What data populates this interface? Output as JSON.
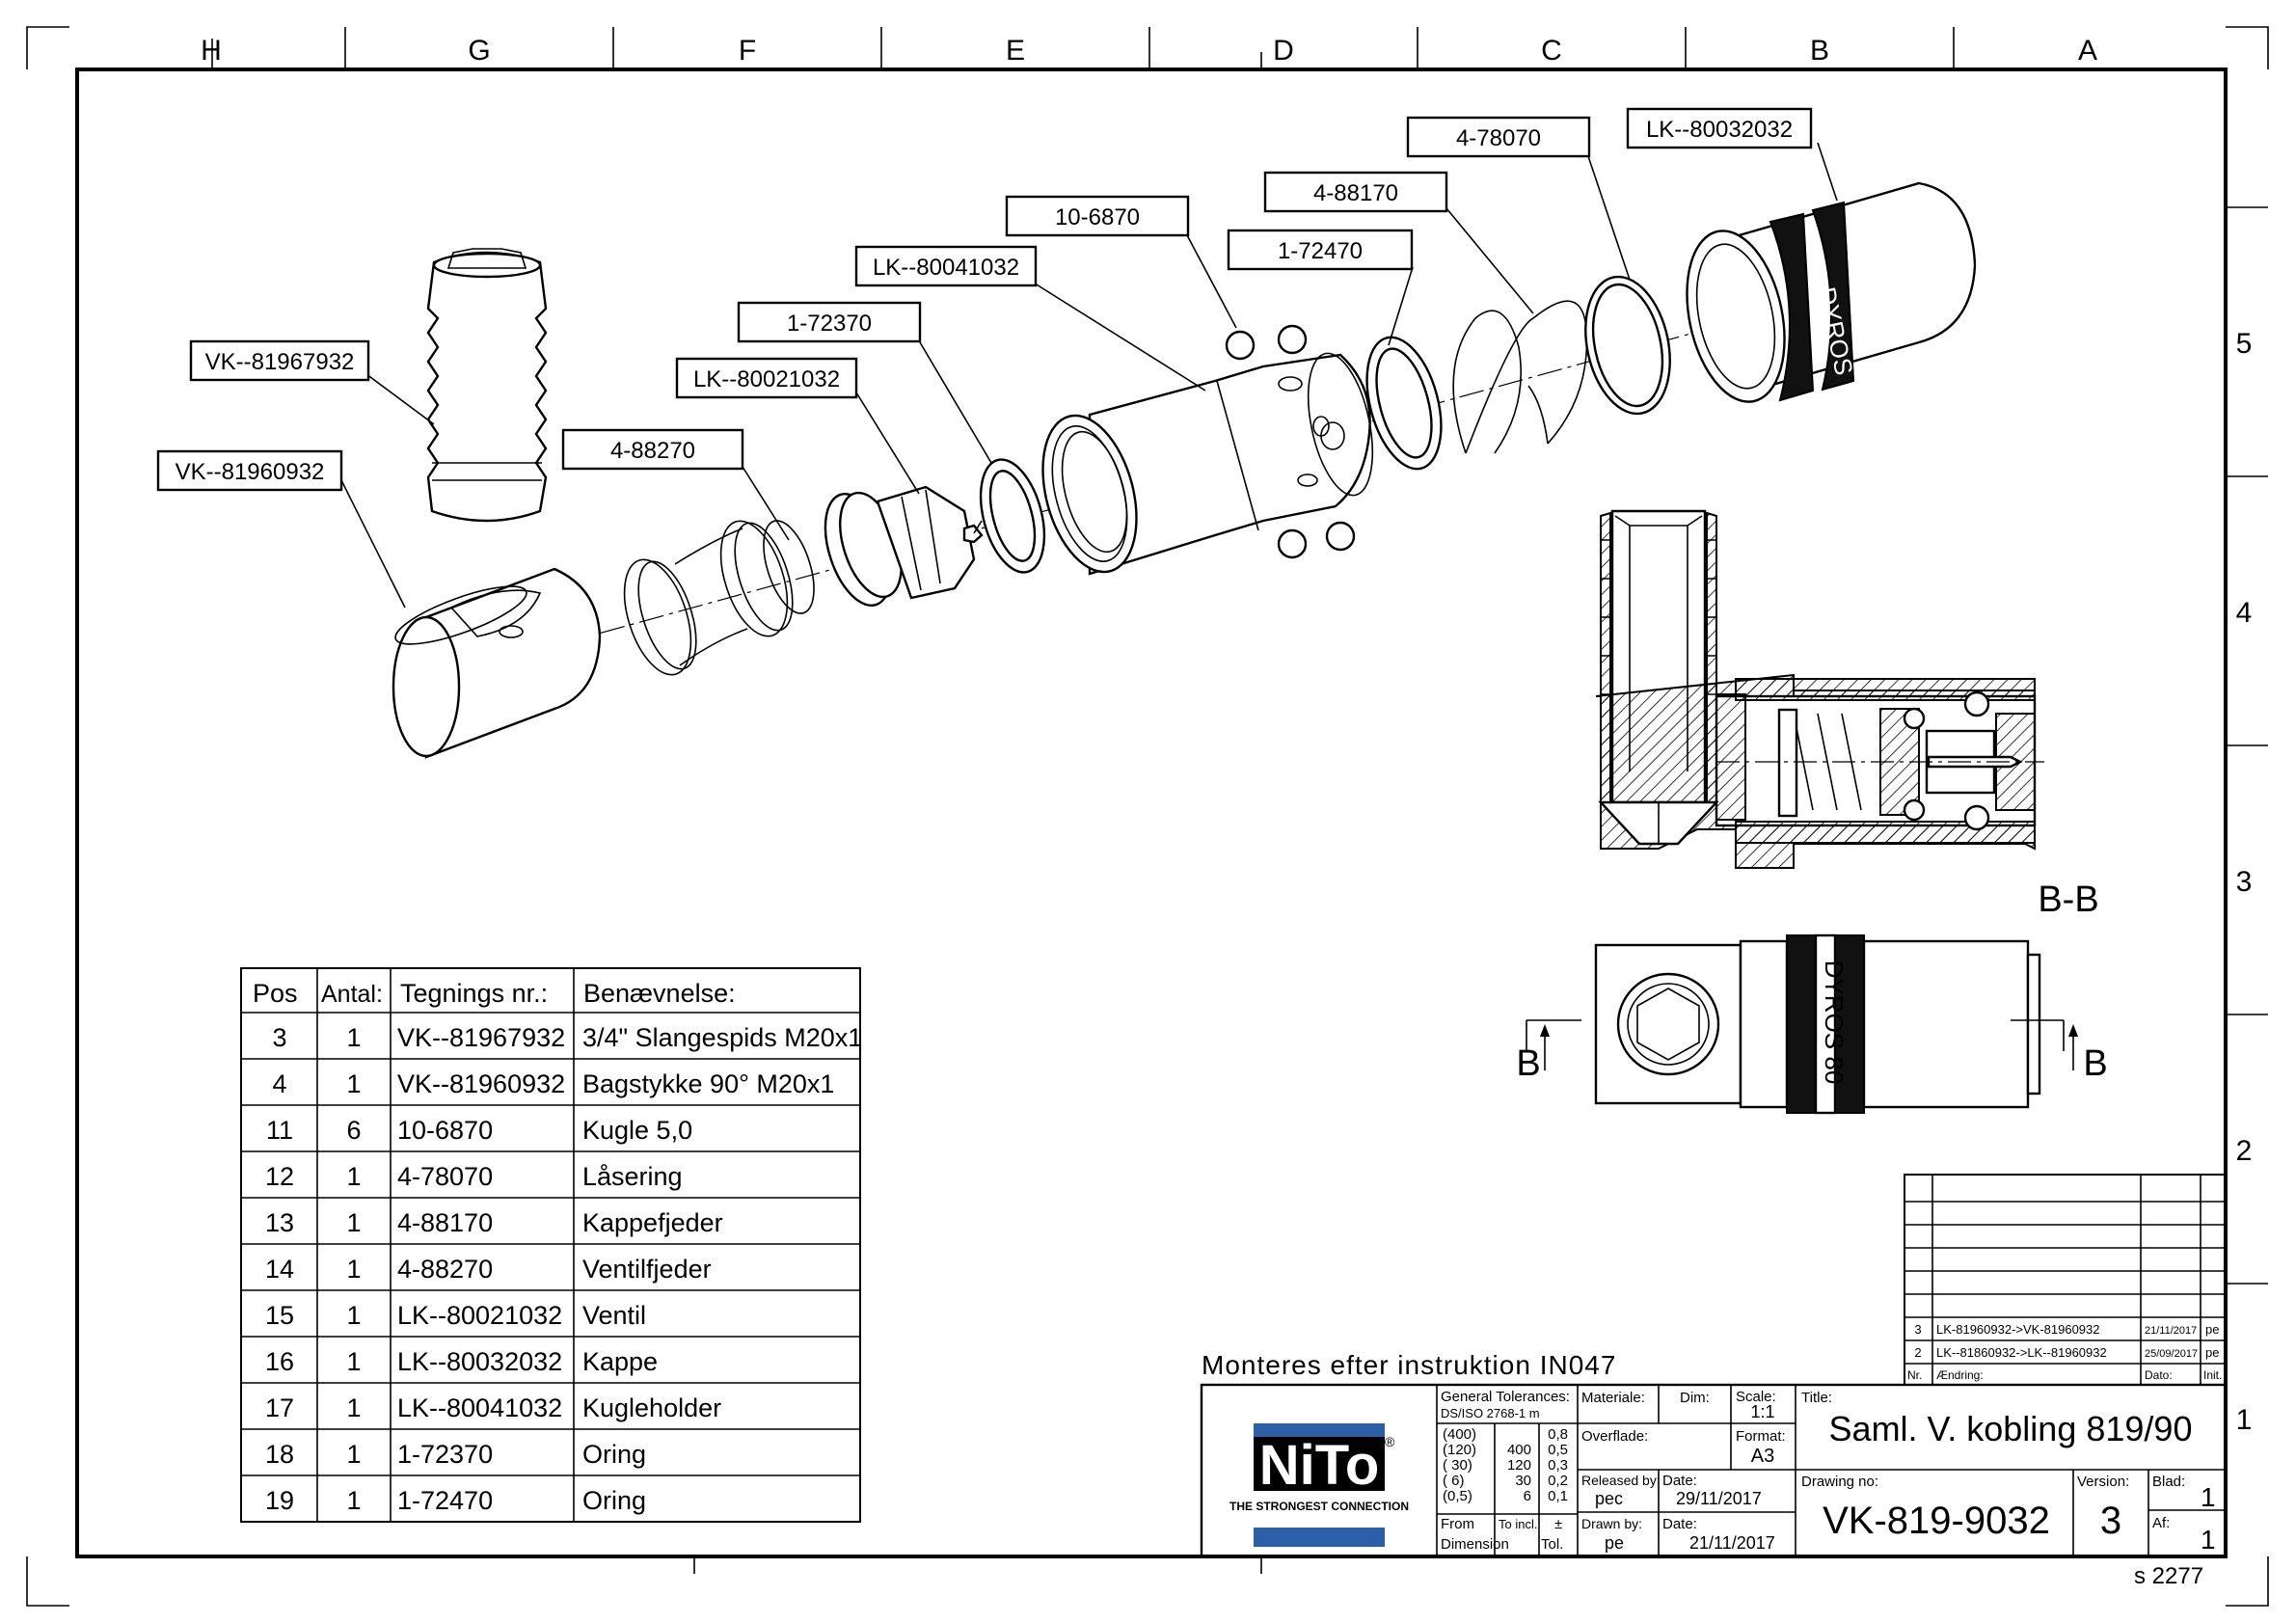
{
  "zones": {
    "columns": [
      "H",
      "G",
      "F",
      "E",
      "D",
      "C",
      "B",
      "A"
    ],
    "rows": [
      "5",
      "4",
      "3",
      "2",
      "1"
    ]
  },
  "callouts": [
    {
      "id": "vk81967932",
      "label": "VK--81967932"
    },
    {
      "id": "vk81960932",
      "label": "VK--81960932"
    },
    {
      "id": "p488270",
      "label": "4-88270"
    },
    {
      "id": "lk80021032",
      "label": "LK--80021032"
    },
    {
      "id": "p172370",
      "label": "1-72370"
    },
    {
      "id": "lk80041032",
      "label": "LK--80041032"
    },
    {
      "id": "p106870",
      "label": "10-6870"
    },
    {
      "id": "p172470",
      "label": "1-72470"
    },
    {
      "id": "p488170",
      "label": "4-88170"
    },
    {
      "id": "p478070",
      "label": "4-78070"
    },
    {
      "id": "lk80032032",
      "label": "LK--80032032"
    }
  ],
  "section": {
    "title": "B-B",
    "cut_left": "B",
    "cut_right": "B",
    "engraving": "DYROS 80"
  },
  "parts_list": {
    "headers": [
      "Pos",
      "Antal:",
      "Tegnings nr.:",
      "Benævnelse:"
    ],
    "rows": [
      [
        "3",
        "1",
        "VK--81967932",
        "3/4\" Slangespids M20x1"
      ],
      [
        "4",
        "1",
        "VK--81960932",
        "Bagstykke 90° M20x1"
      ],
      [
        "11",
        "6",
        "10-6870",
        "Kugle 5,0"
      ],
      [
        "12",
        "1",
        "4-78070",
        "Låsering"
      ],
      [
        "13",
        "1",
        "4-88170",
        "Kappefjeder"
      ],
      [
        "14",
        "1",
        "4-88270",
        "Ventilfjeder"
      ],
      [
        "15",
        "1",
        "LK--80021032",
        "Ventil"
      ],
      [
        "16",
        "1",
        "LK--80032032",
        "Kappe"
      ],
      [
        "17",
        "1",
        "LK--80041032",
        "Kugleholder"
      ],
      [
        "18",
        "1",
        "1-72370",
        "Oring"
      ],
      [
        "19",
        "1",
        "1-72470",
        "Oring"
      ]
    ]
  },
  "revisions": {
    "rows": [
      [
        "3",
        "LK-81960932->VK-81960932",
        "21/11/2017",
        "pe"
      ],
      [
        "2",
        "LK--81860932->LK--81960932",
        "25/09/2017",
        "pe"
      ]
    ],
    "header": [
      "Nr.",
      "Ændring:",
      "Dato:",
      "Init."
    ]
  },
  "instruction": "Monteres efter instruktion IN047",
  "title_block": {
    "logo_text": "NiTo",
    "logo_registered": "®",
    "slogan": "THE STRONGEST CONNECTION",
    "general_tol_label": "General Tolerances:",
    "general_tol_std": "DS/ISO 2768-1 m",
    "tol_rows": [
      [
        "(400)",
        "",
        "0,8"
      ],
      [
        "(120)",
        "400",
        "0,5"
      ],
      [
        "( 30)",
        "120",
        "0,3"
      ],
      [
        "(  6)",
        "30",
        "0,2"
      ],
      [
        "(0,5)",
        "6",
        "0,1"
      ]
    ],
    "from_label": "From",
    "to_incl_label": "To incl.",
    "pm_label": "±",
    "dimension_label": "Dimension",
    "tol_label": "Tol.",
    "material_label": "Materiale:",
    "dim_label": "Dim:",
    "scale_label": "Scale:",
    "scale_value": "1:1",
    "surface_label": "Overflade:",
    "format_label": "Format:",
    "format_value": "A3",
    "released_label": "Released by:",
    "released_value": "pec",
    "date_label": "Date:",
    "released_date": "29/11/2017",
    "drawn_label": "Drawn by:",
    "drawn_value": "pe",
    "drawn_date": "21/11/2017",
    "title_label": "Title:",
    "title_value": "Saml. V. kobling 819/90",
    "drawing_no_label": "Drawing no:",
    "drawing_no_value": "VK-819-9032",
    "version_label": "Version:",
    "version_value": "3",
    "sheet_label": "Blad:",
    "sheet_value": "1",
    "of_label": "Af:",
    "of_value": "1"
  },
  "sheet_code": "s 2277"
}
